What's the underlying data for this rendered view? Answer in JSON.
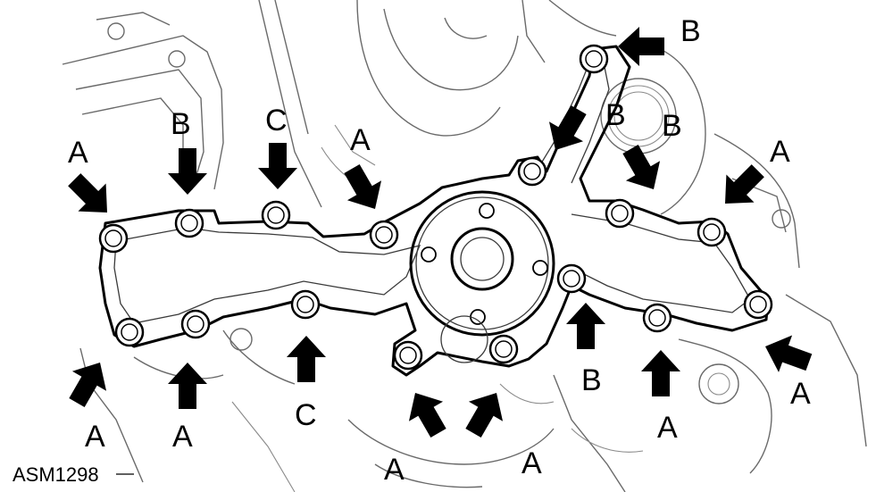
{
  "figure_id": "ASM1298",
  "callouts": [
    {
      "label": "A",
      "bolt": "tl-end"
    },
    {
      "label": "B",
      "bolt": "top-2"
    },
    {
      "label": "C",
      "bolt": "top-3"
    },
    {
      "label": "A",
      "bolt": "top-4"
    },
    {
      "label": "B",
      "bolt": "pump-top-far"
    },
    {
      "label": "B",
      "bolt": "pump-ring-left"
    },
    {
      "label": "B",
      "bolt": "pump-ring-right"
    },
    {
      "label": "A",
      "bolt": "right-top"
    },
    {
      "label": "A",
      "bolt": "bl-end"
    },
    {
      "label": "A",
      "bolt": "bottom-2"
    },
    {
      "label": "C",
      "bolt": "bottom-3"
    },
    {
      "label": "A",
      "bolt": "pump-bottom-left"
    },
    {
      "label": "A",
      "bolt": "pump-bottom-right"
    },
    {
      "label": "B",
      "bolt": "pump-lower-right"
    },
    {
      "label": "A",
      "bolt": "right-bottom"
    },
    {
      "label": "A",
      "bolt": "right-end"
    }
  ],
  "colors": {
    "ink": "#000000",
    "background": "#ffffff",
    "linework": "#6a6a6a"
  }
}
